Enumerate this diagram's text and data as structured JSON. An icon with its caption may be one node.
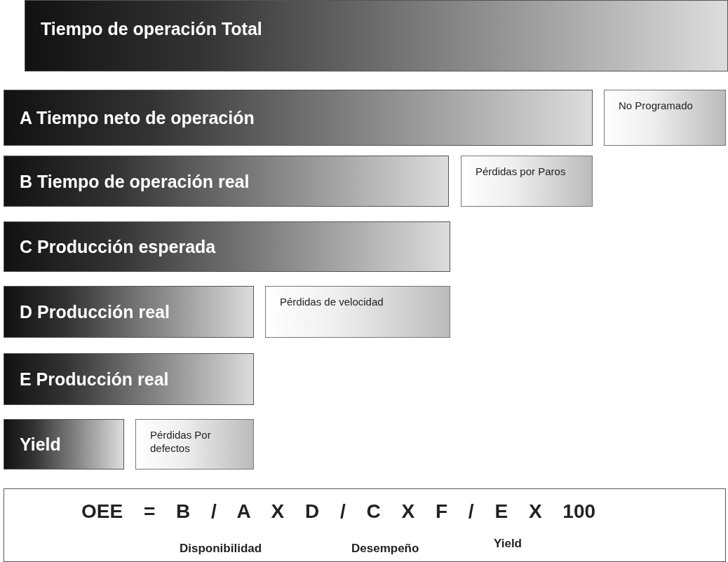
{
  "diagram": {
    "nodes": [
      {
        "text": [
          "Tiempo de operación Total"
        ]
      },
      {
        "text": [
          "A Tiempo neto de operación"
        ]
      },
      {
        "text": [
          "No Programado"
        ]
      },
      {
        "text": [
          "B Tiempo de operación real"
        ]
      },
      {
        "text": [
          "Pérdidas por Paros"
        ]
      },
      {
        "text": [
          "C Producción esperada"
        ]
      },
      {
        "text": [
          "D Producción real"
        ]
      },
      {
        "text": [
          "Pérdidas de velocidad"
        ]
      },
      {
        "text": [
          "E Producción real"
        ]
      },
      {
        "text": [
          "Yield"
        ]
      },
      {
        "text": [
          "Pérdidas Por defectos"
        ]
      },
      {
        "text": [
          "OEE = B / A X D / C X F / E X 100",
          "Disponibilidad",
          "Desempeño",
          "Yield"
        ]
      }
    ]
  }
}
